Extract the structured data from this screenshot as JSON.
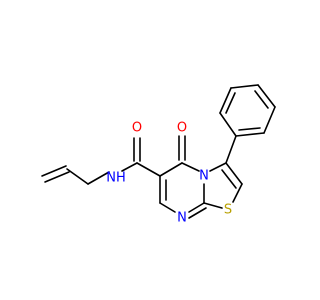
{
  "molecule": {
    "atoms": {
      "carbonyl_oxygen": {
        "label": "O",
        "color": "#ff0000"
      },
      "amide_nitrogen": {
        "label": "NH",
        "color": "#0000ff"
      },
      "ring_nitrogen_bridge": {
        "label": "N",
        "color": "#0000ff"
      },
      "ring_nitrogen_lower": {
        "label": "N",
        "color": "#0000ff"
      },
      "thiazole_sulfur": {
        "label": "S",
        "color": "#b8a000"
      },
      "amide_oxygen": {
        "label": "O",
        "color": "#ff0000"
      }
    },
    "bond_color": "#000000"
  }
}
